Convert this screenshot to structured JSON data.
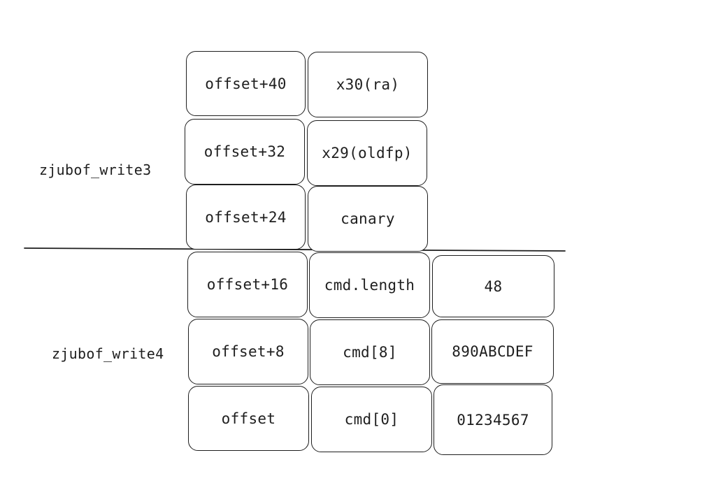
{
  "groups": [
    {
      "label": "zjubof_write3",
      "rows": [
        {
          "offset": "offset+40",
          "field": "x30(ra)"
        },
        {
          "offset": "offset+32",
          "field": "x29(oldfp)"
        },
        {
          "offset": "offset+24",
          "field": "canary"
        }
      ]
    },
    {
      "label": "zjubof_write4",
      "rows": [
        {
          "offset": "offset+16",
          "field": "cmd.length",
          "value": "48"
        },
        {
          "offset": "offset+8",
          "field": "cmd[8]",
          "value": "890ABCDEF"
        },
        {
          "offset": "offset",
          "field": "cmd[0]",
          "value": "01234567"
        }
      ]
    }
  ]
}
